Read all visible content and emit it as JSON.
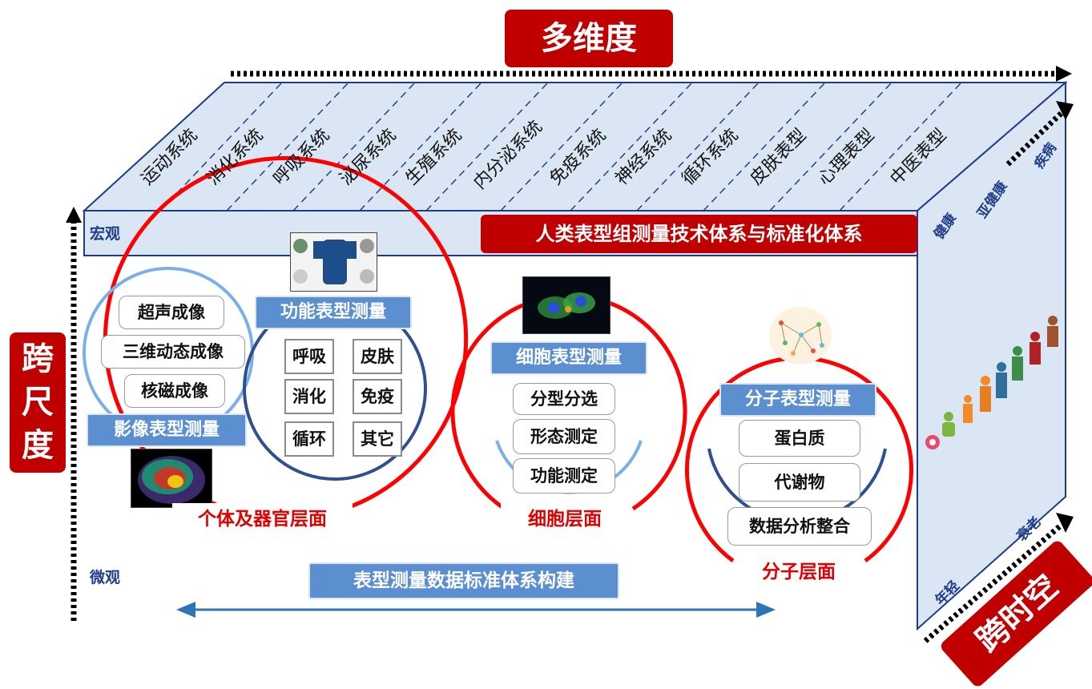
{
  "title_top": "多维度",
  "title_left": "跨尺度",
  "title_corner": "跨时空",
  "banner": "人类表型组测量技术体系与标准化体系",
  "macro_label": "宏观",
  "micro_label": "微观",
  "bottom_banner": "表型测量数据标准体系构建",
  "systems": [
    "运动系统",
    "消化系统",
    "呼吸系统",
    "泌尿系统",
    "生殖系统",
    "内分泌系统",
    "免疫系统",
    "神经系统",
    "循环系统",
    "皮肤表型",
    "心理表型",
    "中医表型"
  ],
  "side_states": [
    "健康",
    "亚健康",
    "疾病"
  ],
  "side_ages": [
    "年轻",
    "衰老"
  ],
  "imaging": {
    "title": "影像表型测量",
    "items": [
      "超声成像",
      "三维动态成像",
      "核磁成像"
    ]
  },
  "functional": {
    "title": "功能表型测量",
    "items": [
      "呼吸",
      "皮肤",
      "消化",
      "免疫",
      "循环",
      "其它"
    ]
  },
  "organ_level": "个体及器官层面",
  "cell": {
    "title": "细胞表型测量",
    "items": [
      "分型分选",
      "形态测定",
      "功能测定"
    ],
    "level": "细胞层面"
  },
  "molecule": {
    "title": "分子表型测量",
    "items": [
      "蛋白质",
      "代谢物",
      "数据分析整合"
    ],
    "level": "分子层面"
  },
  "colors": {
    "accent_red": "#c00000",
    "circle_red": "#ff0000",
    "blue_box": "#5b8fd0",
    "panel": "#dbe6f5",
    "navy": "#1f3c88"
  }
}
